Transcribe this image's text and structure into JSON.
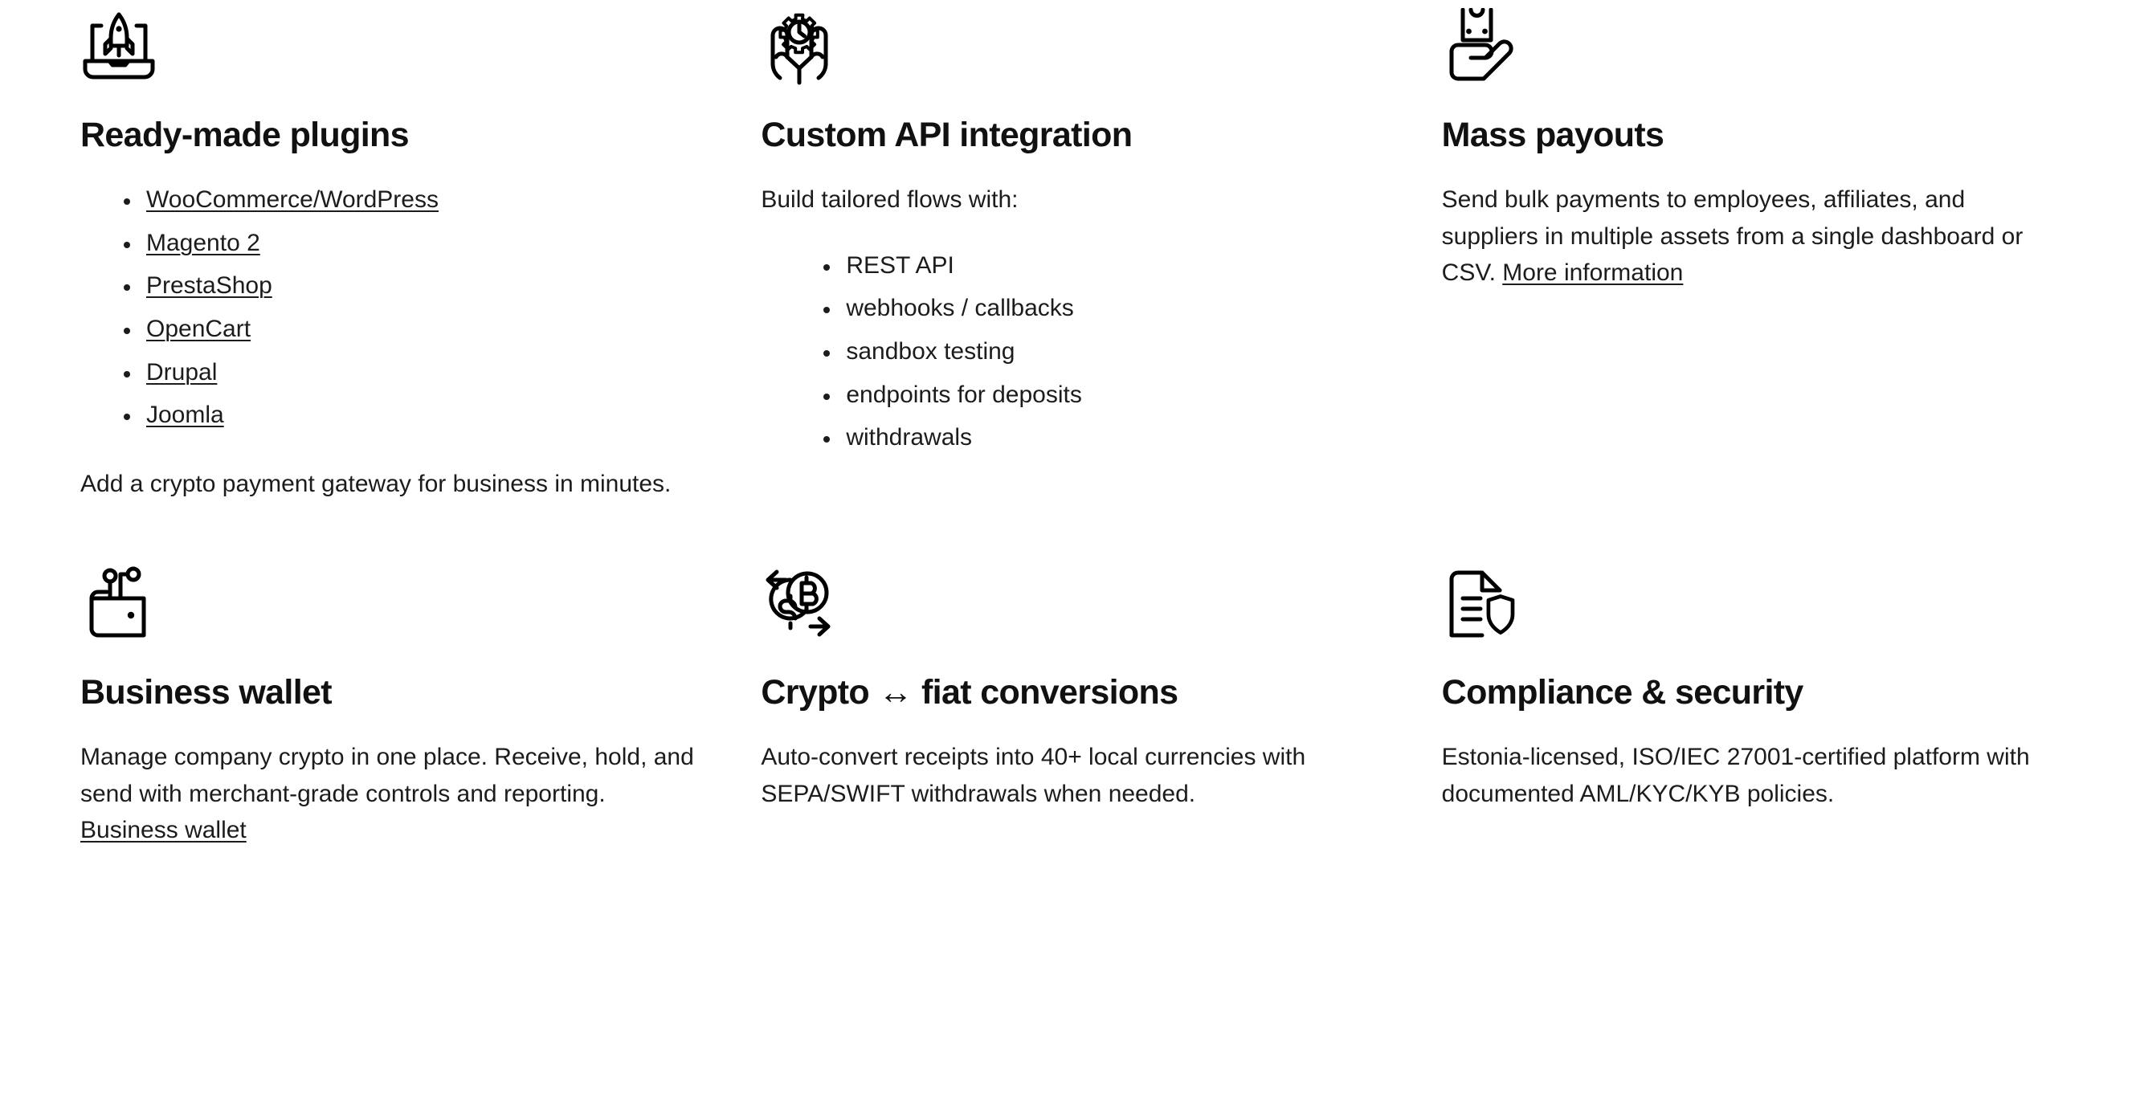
{
  "theme": {
    "background": "#ffffff",
    "text": "#1c1c1c",
    "heading": "#111111",
    "icon_stroke": "#000000"
  },
  "cards": [
    {
      "icon": "rocket-laptop-icon",
      "title": "Ready-made plugins",
      "links": [
        "WooCommerce/WordPress",
        "Magento 2",
        "PrestaShop",
        "OpenCart",
        "Drupal",
        "Joomla"
      ],
      "body": "Add a crypto payment gateway for business in minutes."
    },
    {
      "icon": "hands-gear-clock-icon",
      "title": "Custom API integration",
      "intro": "Build tailored flows with:",
      "items": [
        "REST API",
        "webhooks / callbacks",
        "sandbox testing",
        "endpoints for deposits",
        "withdrawals"
      ]
    },
    {
      "icon": "hand-banknote-icon",
      "title": "Mass payouts",
      "body": "Send bulk payments to employees, affiliates, and suppliers in multiple assets from a single dashboard or CSV. ",
      "link": "More information"
    },
    {
      "icon": "wallet-nodes-icon",
      "title": "Business wallet",
      "body": "Manage company crypto in one place. Receive, hold, and send with merchant-grade controls and reporting. ",
      "link": "Business wallet"
    },
    {
      "icon": "crypto-fiat-exchange-icon",
      "title": "Crypto ↔ fiat conversions",
      "body": "Auto-convert receipts into 40+ local currencies with SEPA/SWIFT withdrawals when needed."
    },
    {
      "icon": "document-shield-icon",
      "title": "Compliance & security",
      "body": "Estonia-licensed, ISO/IEC 27001-certified platform with documented AML/KYC/KYB policies."
    }
  ]
}
